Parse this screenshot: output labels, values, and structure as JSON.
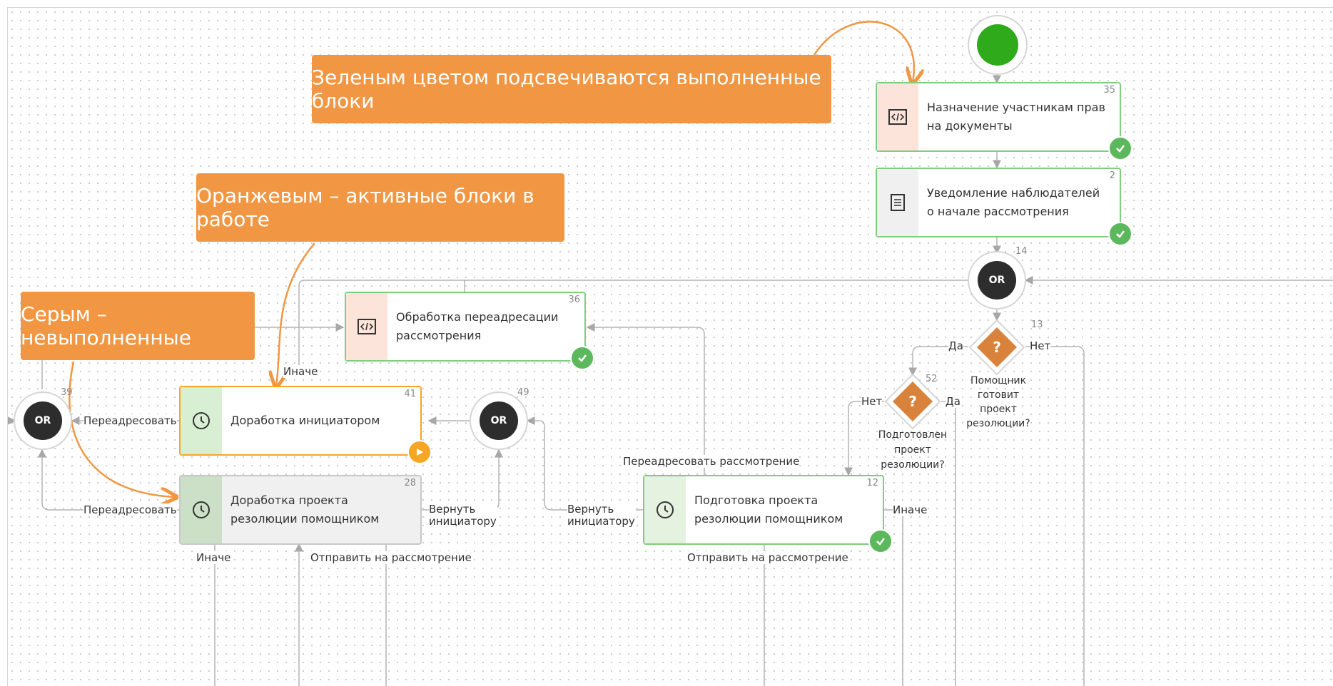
{
  "callouts": {
    "green": "Зеленым цветом подсвечиваются выполненные блоки",
    "orange": "Оранжевым – активные блоки в работе",
    "grey": "Серым – невыполненные"
  },
  "blocks": {
    "b35": {
      "num": "35",
      "title": "Назначение участникам прав на документы",
      "icon": "code-icon",
      "status": "done"
    },
    "b2": {
      "num": "2",
      "title": "Уведомление наблюдателей о начале рассмотрения",
      "icon": "document-icon",
      "status": "done"
    },
    "b36": {
      "num": "36",
      "title": "Обработка переадресации рассмотрения",
      "icon": "code-icon",
      "status": "done"
    },
    "b41": {
      "num": "41",
      "title": "Доработка инициатором",
      "icon": "clock-icon",
      "status": "active"
    },
    "b28": {
      "num": "28",
      "title": "Доработка проекта резолюции помощником",
      "icon": "clock-icon",
      "status": "pending"
    },
    "b12": {
      "num": "12",
      "title": "Подготовка проекта резолюции помощником",
      "icon": "clock-icon",
      "status": "done"
    }
  },
  "gateways": {
    "or14": {
      "num": "14",
      "label": "OR"
    },
    "or39": {
      "num": "39",
      "label": "OR"
    },
    "or49": {
      "num": "49",
      "label": "OR"
    }
  },
  "decisions": {
    "d13": {
      "num": "13",
      "label": "Помощник готовит проект резолюции?",
      "symbol": "?"
    },
    "d52": {
      "num": "52",
      "label": "Подготовлен проект резолюции?",
      "symbol": "?"
    }
  },
  "edge_labels": {
    "yes13": "Да",
    "no13": "Нет",
    "no52": "Нет",
    "yes52": "Да",
    "else_top": "Иначе",
    "redirect_41": "Переадресовать",
    "redirect_28": "Переадресовать",
    "return_28": "Вернуть инициатору",
    "return_12": "Вернуть инициатору",
    "redirect_review": "Переадресовать рассмотрение",
    "else_12": "Иначе",
    "else_28": "Иначе",
    "send_28": "Отправить на рассмотрение",
    "send_12": "Отправить на рассмотрение"
  },
  "colors": {
    "done": "#7fcd7f",
    "active": "#f5a623",
    "pending": "#c8c8c8",
    "callout": "#f19744",
    "start": "#2eaa1a",
    "decision": "#d9823b"
  }
}
